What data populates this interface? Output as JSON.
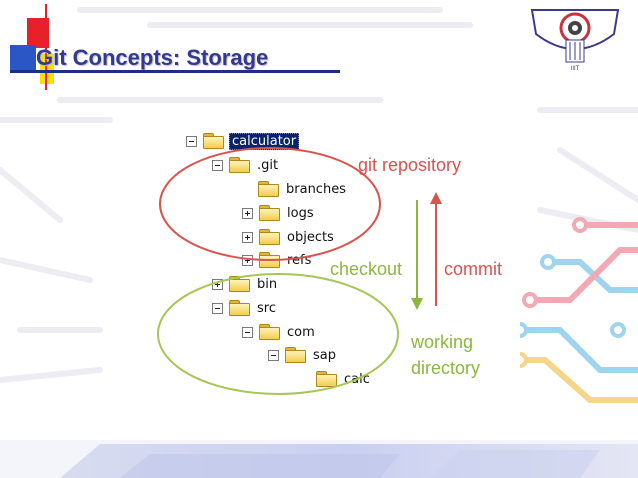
{
  "slide": {
    "title": "Git Concepts: Storage",
    "logo_caption": "IIIT"
  },
  "tree": {
    "items": [
      {
        "label": "calculator",
        "toggle": "minus",
        "selected": true
      },
      {
        "label": ".git",
        "toggle": "minus",
        "selected": false
      },
      {
        "label": "branches",
        "toggle": "none",
        "selected": false
      },
      {
        "label": "logs",
        "toggle": "plus",
        "selected": false
      },
      {
        "label": "objects",
        "toggle": "plus",
        "selected": false
      },
      {
        "label": "refs",
        "toggle": "plus",
        "selected": false
      },
      {
        "label": "bin",
        "toggle": "plus",
        "selected": false
      },
      {
        "label": "src",
        "toggle": "minus",
        "selected": false
      },
      {
        "label": "com",
        "toggle": "minus",
        "selected": false
      },
      {
        "label": "sap",
        "toggle": "minus",
        "selected": false
      },
      {
        "label": "calc",
        "toggle": "none",
        "selected": false
      }
    ]
  },
  "annotations": {
    "git_repository": "git repository",
    "checkout": "checkout",
    "commit": "commit",
    "working": "working",
    "directory": "directory"
  },
  "colors": {
    "title": "#333a8c",
    "red": "#d9534f",
    "green": "#8ab83c",
    "accent_red": "#e8202a",
    "accent_yellow": "#f7e200",
    "accent_blue": "#2a56c6"
  }
}
